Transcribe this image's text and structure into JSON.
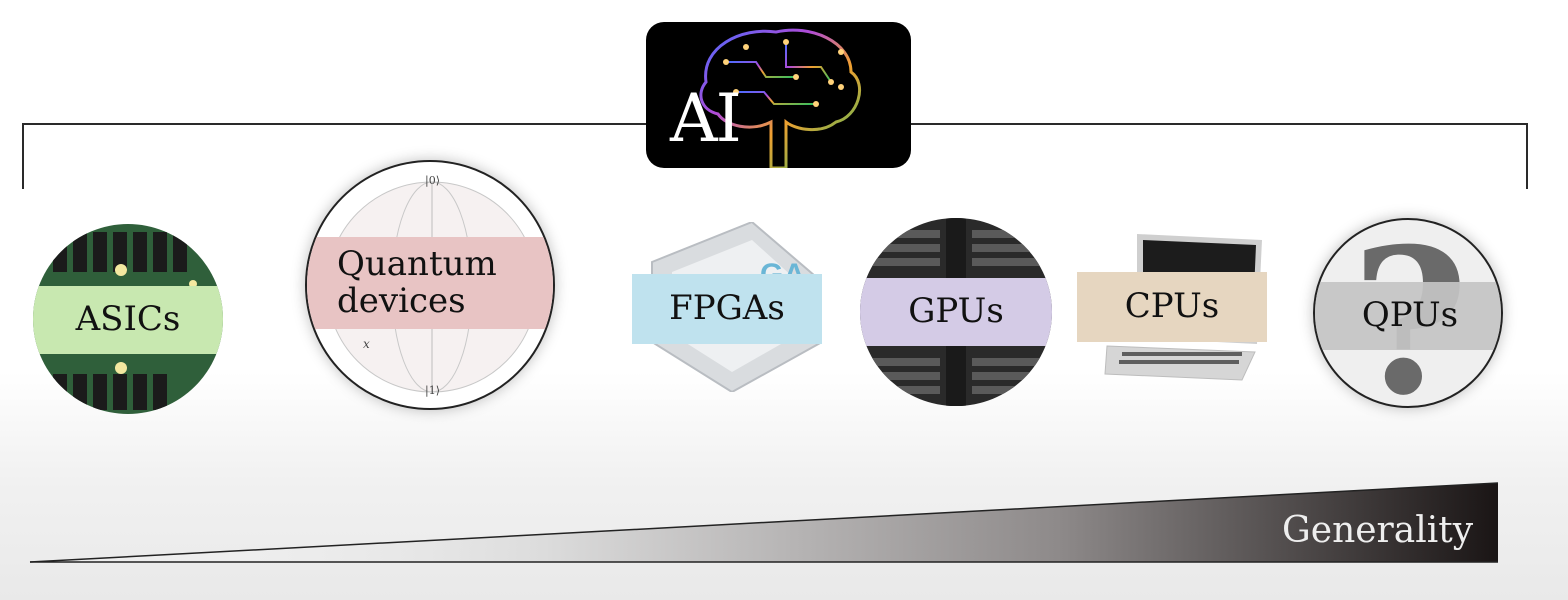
{
  "title": "AI",
  "devices": [
    {
      "label": "ASICs",
      "band_color": "#c8e8b0",
      "image": "circuit-board-icon"
    },
    {
      "label": "Quantum devices",
      "lines": [
        "Quantum",
        "devices"
      ],
      "band_color": "#e8c4c4",
      "image": "bloch-sphere-icon",
      "sphere_labels": {
        "top": "|0⟩",
        "bottom": "|1⟩",
        "axis": "x"
      }
    },
    {
      "label": "FPGAs",
      "band_color": "#bfe2ee",
      "image": "fpga-chip-icon",
      "chip_text": "GA"
    },
    {
      "label": "GPUs",
      "band_color": "#d4cbe6",
      "image": "server-rack-icon"
    },
    {
      "label": "CPUs",
      "band_color": "#e6d6c0",
      "image": "laptop-icon"
    },
    {
      "label": "QPUs",
      "band_color": "#c4c4c4",
      "image": "question-mark-icon"
    }
  ],
  "axis_label": "Generality",
  "colors": {
    "ai_background": "#000000",
    "bracket": "#2a2a2a",
    "wedge_dark": "#1a1515"
  }
}
